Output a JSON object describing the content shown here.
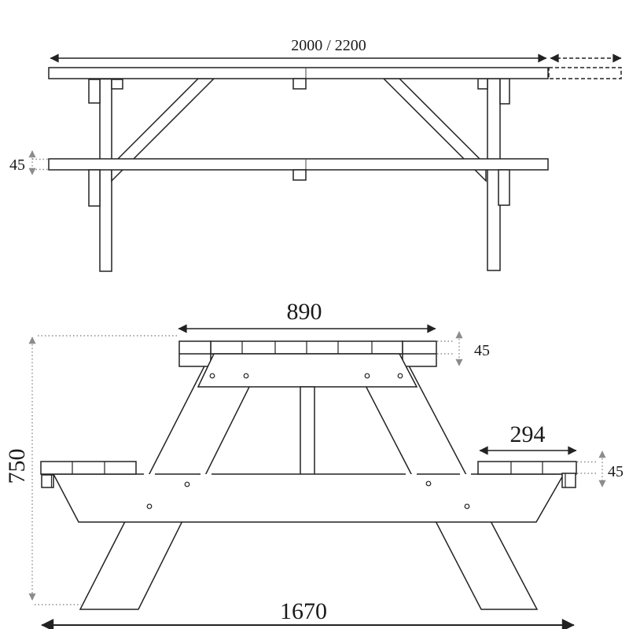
{
  "drawing": {
    "side_view": {
      "length": "2000 / 2200",
      "seat_thickness": "45"
    },
    "front_view": {
      "tabletop_width": "890",
      "tabletop_thickness": "45",
      "seat_width": "294",
      "seat_thickness": "45",
      "height": "750",
      "footprint_width": "1670"
    }
  },
  "colors": {
    "line": "#222222",
    "dimension_gray": "#8c8c8c",
    "background": "#ffffff"
  }
}
